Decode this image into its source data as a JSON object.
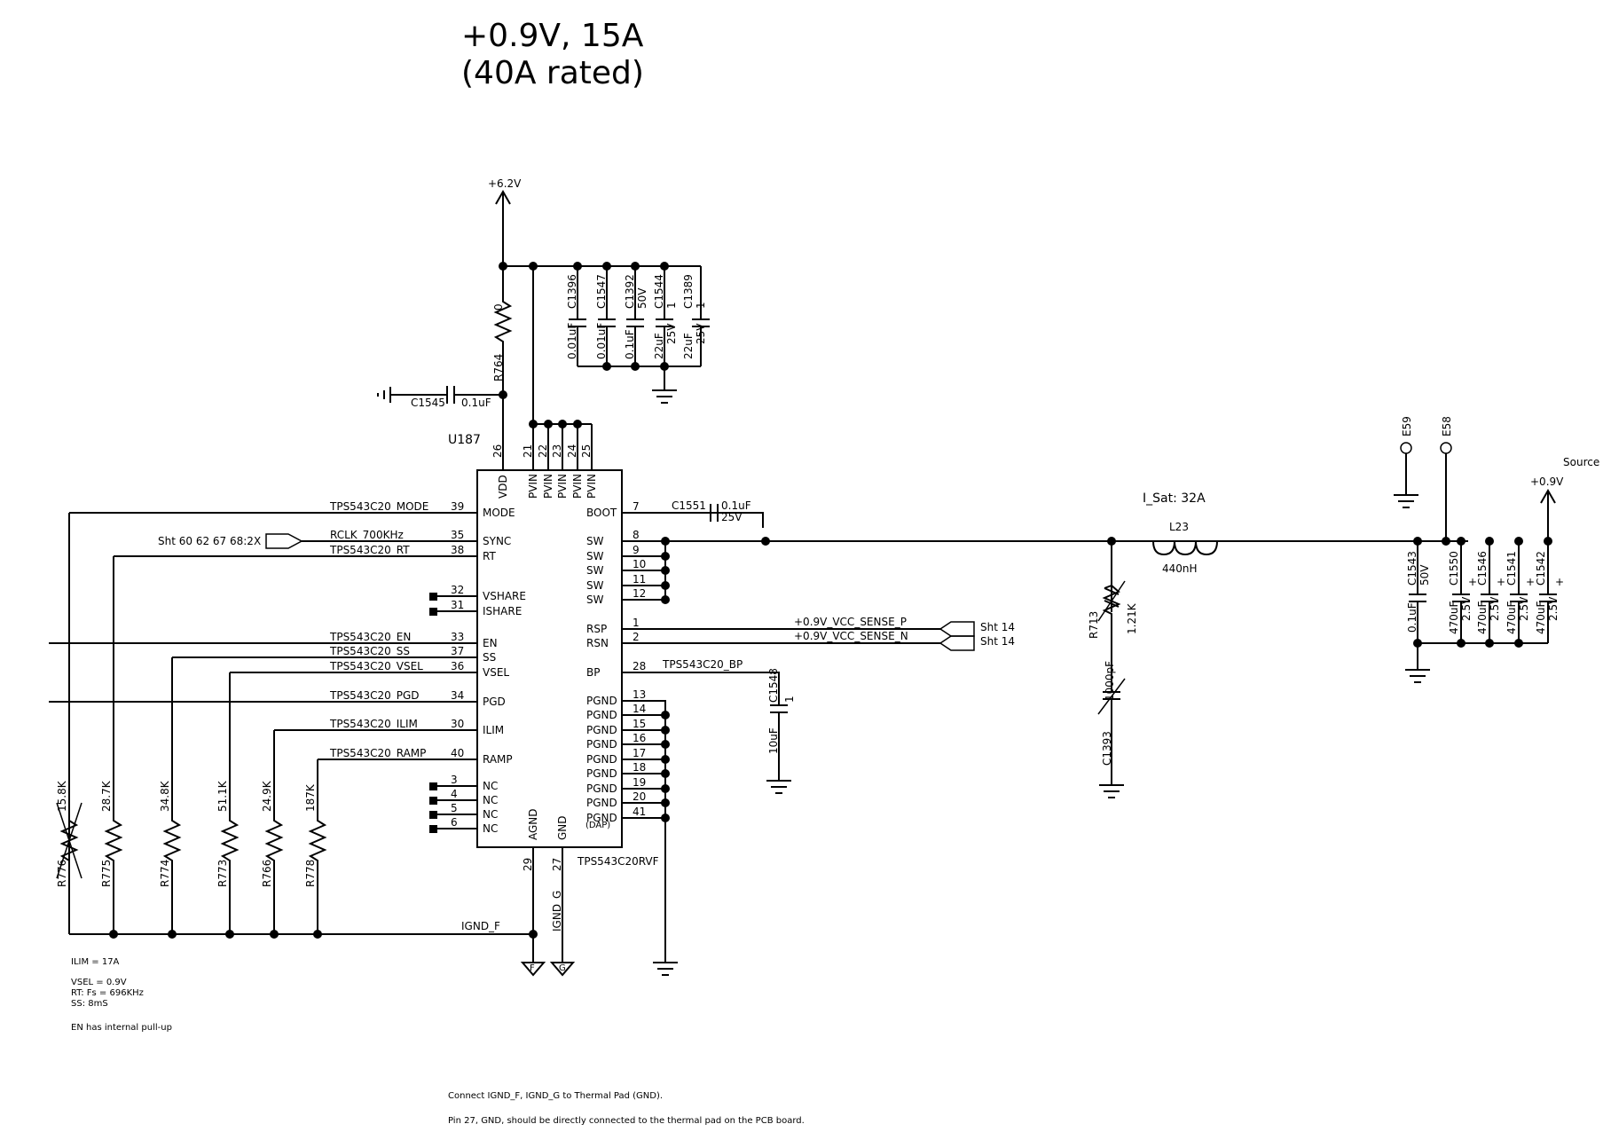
{
  "title": {
    "line1": "+0.9V, 15A",
    "line2": "(40A rated)"
  },
  "rails": {
    "input": "+6.2V",
    "output": "+0.9V",
    "source_label": "Source"
  },
  "ic": {
    "refdes": "U187",
    "part": "TPS543C20RVF",
    "left_pins": [
      {
        "num": "39",
        "name": "MODE",
        "net": "TPS543C20_MODE"
      },
      {
        "num": "35",
        "name": "SYNC",
        "net": "RCLK_700KHz"
      },
      {
        "num": "38",
        "name": "RT",
        "net": "TPS543C20_RT"
      },
      {
        "num": "32",
        "name": "VSHARE",
        "net": ""
      },
      {
        "num": "31",
        "name": "ISHARE",
        "net": ""
      },
      {
        "num": "33",
        "name": "EN",
        "net": "TPS543C20_EN"
      },
      {
        "num": "37",
        "name": "SS",
        "net": "TPS543C20_SS"
      },
      {
        "num": "36",
        "name": "VSEL",
        "net": "TPS543C20_VSEL"
      },
      {
        "num": "34",
        "name": "PGD",
        "net": "TPS543C20_PGD"
      },
      {
        "num": "30",
        "name": "ILIM",
        "net": "TPS543C20_ILIM"
      },
      {
        "num": "40",
        "name": "RAMP",
        "net": "TPS543C20_RAMP"
      },
      {
        "num": "3",
        "name": "NC",
        "net": ""
      },
      {
        "num": "4",
        "name": "NC",
        "net": ""
      },
      {
        "num": "5",
        "name": "NC",
        "net": ""
      },
      {
        "num": "6",
        "name": "NC",
        "net": ""
      }
    ],
    "top_pins": [
      {
        "num": "26",
        "name": "VDD"
      },
      {
        "num": "21",
        "name": "PVIN"
      },
      {
        "num": "22",
        "name": "PVIN"
      },
      {
        "num": "23",
        "name": "PVIN"
      },
      {
        "num": "24",
        "name": "PVIN"
      },
      {
        "num": "25",
        "name": "PVIN"
      }
    ],
    "right_pins": [
      {
        "num": "7",
        "name": "BOOT"
      },
      {
        "num": "8",
        "name": "SW"
      },
      {
        "num": "9",
        "name": "SW"
      },
      {
        "num": "10",
        "name": "SW"
      },
      {
        "num": "11",
        "name": "SW"
      },
      {
        "num": "12",
        "name": "SW"
      },
      {
        "num": "1",
        "name": "RSP"
      },
      {
        "num": "2",
        "name": "RSN"
      },
      {
        "num": "28",
        "name": "BP"
      },
      {
        "num": "13",
        "name": "PGND"
      },
      {
        "num": "14",
        "name": "PGND"
      },
      {
        "num": "15",
        "name": "PGND"
      },
      {
        "num": "16",
        "name": "PGND"
      },
      {
        "num": "17",
        "name": "PGND"
      },
      {
        "num": "18",
        "name": "PGND"
      },
      {
        "num": "19",
        "name": "PGND"
      },
      {
        "num": "20",
        "name": "PGND"
      },
      {
        "num": "41",
        "name": "PGND"
      }
    ],
    "dap_label": "(DAP)",
    "bottom_pins": [
      {
        "num": "29",
        "name": "AGND"
      },
      {
        "num": "27",
        "name": "GND"
      }
    ]
  },
  "nets": {
    "sense_p": "+0.9V_VCC_SENSE_P",
    "sense_n": "+0.9V_VCC_SENSE_N",
    "sense_sheet_p": "Sht 14",
    "sense_sheet_n": "Sht 14",
    "sync_sheet": "Sht 60 62 67 68:2X",
    "bp": "TPS543C20_BP",
    "ignd_f": "IGND_F",
    "ignd_g": "IGND_G",
    "gnd_f_mark": "F",
    "gnd_g_mark": "G"
  },
  "components": {
    "r764": {
      "ref": "R764",
      "value": "0"
    },
    "c1545": {
      "ref": "C1545",
      "value": "0.1uF"
    },
    "c1396": {
      "ref": "C1396",
      "value": "0.01uF"
    },
    "c1547": {
      "ref": "C1547",
      "value": "0.01uF"
    },
    "c1392": {
      "ref": "C1392",
      "value": "0.1uF",
      "rating": "50V"
    },
    "c1544": {
      "ref": "C1544",
      "value": "22uF",
      "rating": "25V",
      "note": "1"
    },
    "c1389": {
      "ref": "C1389",
      "value": "22uF",
      "rating": "25V",
      "note": "1"
    },
    "c1551": {
      "ref": "C1551",
      "value": "0.1uF",
      "rating": "25V"
    },
    "c1548": {
      "ref": "C1548",
      "value": "10uF",
      "note": "1"
    },
    "l23": {
      "ref": "L23",
      "value": "440nH",
      "note": "I_Sat: 32A"
    },
    "r713": {
      "ref": "R713",
      "value": "1.21K"
    },
    "c1393": {
      "ref": "C1393",
      "value": "1000pF"
    },
    "c1543": {
      "ref": "C1543",
      "value": "0.1uF",
      "rating": "50V"
    },
    "bulk_caps": [
      {
        "ref": "C1550",
        "value": "470uF",
        "rating": "2.5V"
      },
      {
        "ref": "C1546",
        "value": "470uF",
        "rating": "2.5V"
      },
      {
        "ref": "C1541",
        "value": "470uF",
        "rating": "2.5V"
      },
      {
        "ref": "C1542",
        "value": "470uF",
        "rating": "2.5V"
      }
    ],
    "e59": {
      "ref": "E59"
    },
    "e58": {
      "ref": "E58"
    },
    "strap_resistors": [
      {
        "ref": "R776",
        "value": "15.8K",
        "dnp": true
      },
      {
        "ref": "R775",
        "value": "28.7K",
        "dnp": false
      },
      {
        "ref": "R774",
        "value": "34.8K",
        "dnp": false
      },
      {
        "ref": "R773",
        "value": "51.1K",
        "dnp": false
      },
      {
        "ref": "R766",
        "value": "24.9K",
        "dnp": false
      },
      {
        "ref": "R778",
        "value": "187K",
        "dnp": false
      }
    ]
  },
  "notes": {
    "left": [
      "ILIM = 17A",
      "VSEL = 0.9V",
      "RT: Fs = 696KHz",
      "SS: 8mS",
      "EN has internal pull-up"
    ],
    "bottom": [
      "Connect IGND_F, IGND_G to Thermal Pad (GND).",
      "Pin 27, GND, should be directly connected to the thermal pad on the PCB board."
    ]
  }
}
